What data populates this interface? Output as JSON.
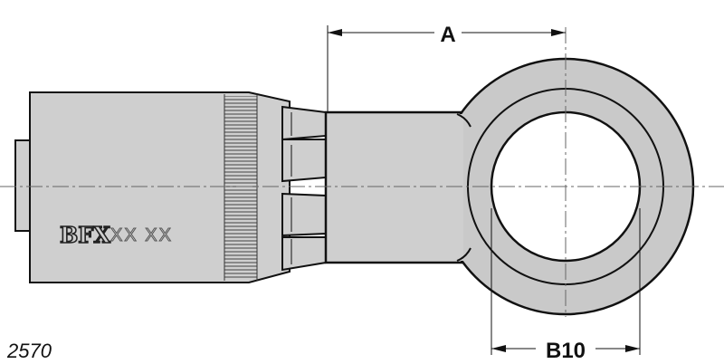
{
  "diagram": {
    "dimension_a": "A",
    "dimension_b": "B10",
    "part_number": "2570",
    "logo_text": "BFX",
    "marking_text": "XX XX"
  },
  "colors": {
    "body_fill": "#cfcfcf",
    "ring_fill": "#c9c9c9",
    "bore_fill": "#ffffff",
    "outline": "#111111",
    "centerline": "#666666"
  }
}
